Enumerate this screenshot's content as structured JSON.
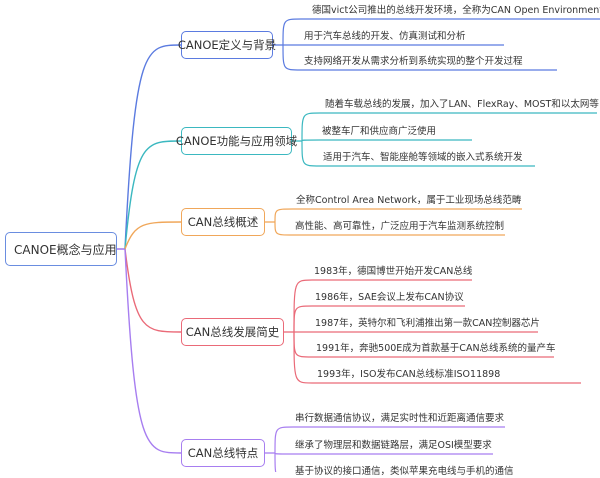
{
  "root": {
    "label": "CANOE概念与应用",
    "color": "#6a8de0"
  },
  "branches": [
    {
      "label": "CANOE定义与背景",
      "color": "#5b7be0",
      "children": [
        "德国vict公司推出的总线开发环境，全称为CAN Open Environment",
        "用于汽车总线的开发、仿真测试和分析",
        "支持网络开发从需求分析到系统实现的整个开发过程"
      ]
    },
    {
      "label": "CANOE功能与应用领域",
      "color": "#3bb8c0",
      "children": [
        "随着车载总线的发展，加入了LAN、FlexRay、MOST和以太网等",
        "被整车厂和供应商广泛使用",
        "适用于汽车、智能座舱等领域的嵌入式系统开发"
      ]
    },
    {
      "label": "CAN总线概述",
      "color": "#f0a75a",
      "children": [
        "全称Control Area Network，属于工业现场总线范畴",
        "高性能、高可靠性，广泛应用于汽车监测系统控制"
      ]
    },
    {
      "label": "CAN总线发展简史",
      "color": "#ea6a78",
      "children": [
        "1983年，德国博世开始开发CAN总线",
        "1986年，SAE会议上发布CAN协议",
        "1987年，英特尔和飞利浦推出第一款CAN控制器芯片",
        "1991年，奔驰500E成为首款基于CAN总线系统的量产车",
        "1993年，ISO发布CAN总线标准ISO11898"
      ]
    },
    {
      "label": "CAN总线特点",
      "color": "#a77ef0",
      "children": [
        "串行数据通信协议，满足实时性和近距离通信要求",
        "继承了物理层和数据链路层，满足OSI模型要求",
        "基于协议的接口通信，类似苹果充电线与手机的通信"
      ]
    }
  ]
}
